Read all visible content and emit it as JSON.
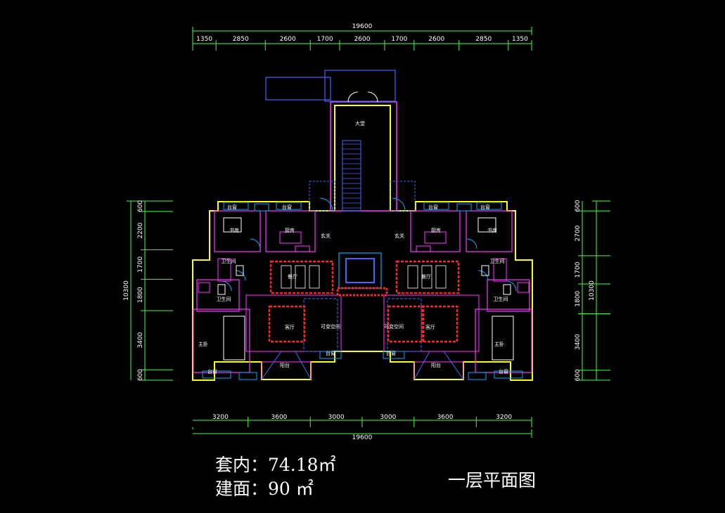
{
  "drawing": {
    "top_total": "19600",
    "top_dims": [
      "1350",
      "2850",
      "2600",
      "1700",
      "2600",
      "1700",
      "2600",
      "2850",
      "1350"
    ],
    "bottom_total": "19600",
    "bottom_dims": [
      "3200",
      "3600",
      "3000",
      "3000",
      "3600",
      "3200"
    ],
    "left_total": "10300",
    "left_dims": [
      "600",
      "2200",
      "1700",
      "1800",
      "3400",
      "600"
    ],
    "right_total": "10300",
    "right_dims": [
      "600",
      "2700",
      "1700",
      "1800",
      "3400",
      "600"
    ],
    "rooms": {
      "study": "书房",
      "kitchen": "厨房",
      "entry": "玄关",
      "dining": "餐厅",
      "bathroom": "卫生间",
      "living": "客厅",
      "flex": "可变空间",
      "master": "主卧",
      "balcony": "阳台",
      "sill": "台窗",
      "hall": "大堂"
    },
    "colors": {
      "dimension": "#3dff3d",
      "wall": "#ffff00",
      "outline": "#ff33ff",
      "fixture": "#4466ff",
      "furniture": "#ff2222",
      "door": "#00aaff",
      "label": "#ffffff"
    }
  },
  "captions": {
    "inner_area": "套内：74.18㎡",
    "building_area": "建面：90 ㎡",
    "title": "一层平面图"
  }
}
